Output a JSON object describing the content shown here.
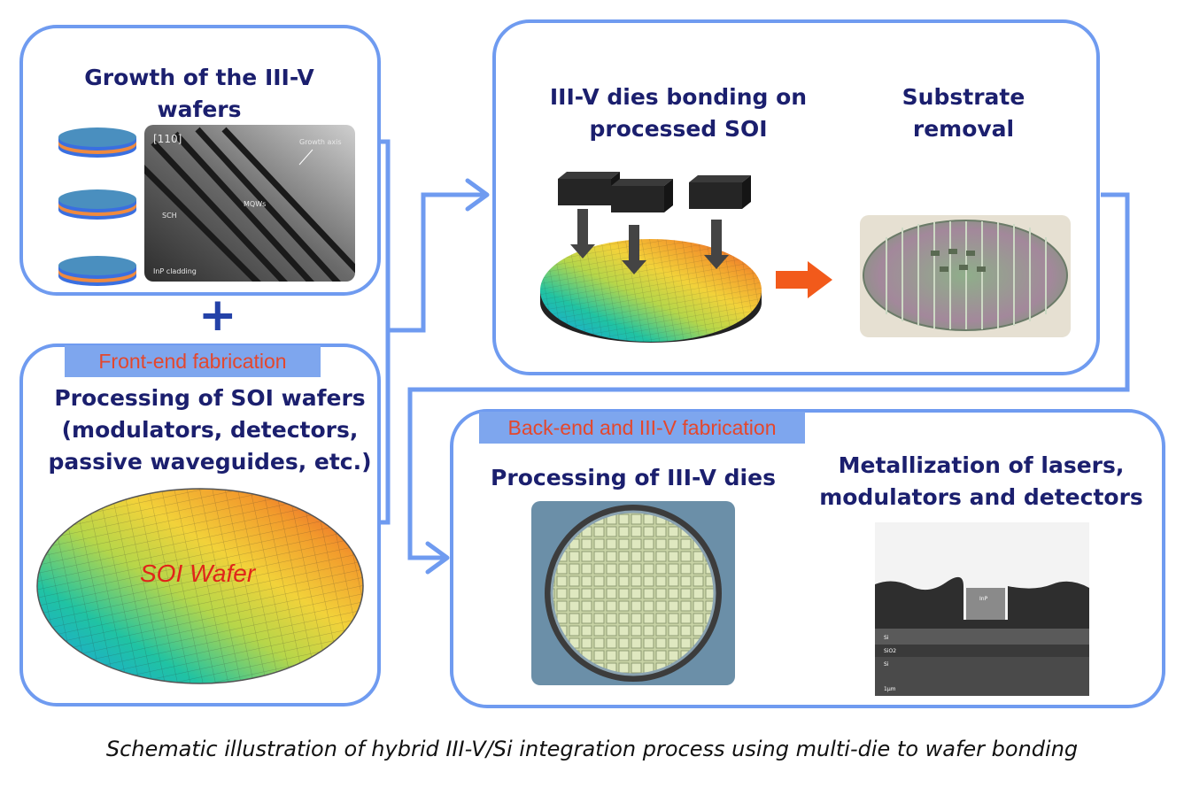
{
  "growth": {
    "title_line1": "Growth of the III-V",
    "title_line2": "wafers",
    "tem_label_orientation": "[110]",
    "tem_label_growth": "Growth axis",
    "tem_label_sch": "SCH",
    "tem_label_mqw": "MQWs",
    "tem_label_cladding": "InP cladding"
  },
  "plus_sign": "+",
  "front_end": {
    "tag": "Front-end fabrication",
    "title_line1": "Processing of SOI wafers",
    "title_line2": "(modulators, detectors,",
    "title_line3": "passive waveguides, etc.)",
    "wafer_label": "SOI Wafer"
  },
  "bonding": {
    "title_line1": "III-V dies bonding on",
    "title_line2": "processed SOI"
  },
  "substrate": {
    "title_line1": "Substrate",
    "title_line2": "removal"
  },
  "back_end": {
    "tag": "Back-end and III-V fabrication",
    "processing_title": "Processing of III-V dies",
    "metal_line1": "Metallization of lasers,",
    "metal_line2": "modulators and detectors",
    "sem_label_inp": "InP",
    "sem_label_si": "Si",
    "sem_label_sio2": "SiO2",
    "sem_label_si2": "Si",
    "sem_scale": "1µm"
  },
  "caption": "Schematic illustration of hybrid III-V/Si integration process using multi-die to wafer bonding",
  "colors": {
    "box_border": "#6f9bf0",
    "title_text": "#1b1f6e",
    "tag_bg": "#7ea6ee",
    "tag_text": "#e4472c",
    "arrow_orange": "#f25a1b"
  }
}
